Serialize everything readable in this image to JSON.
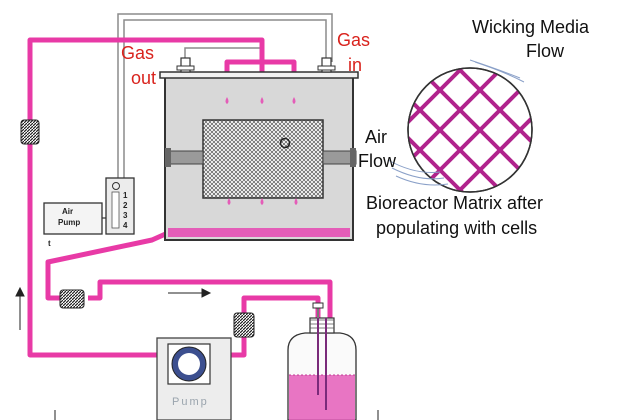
{
  "labels": {
    "gas_out_line1": "Gas",
    "gas_out_line2": "out",
    "gas_in_line1": "Gas",
    "gas_in_line2": "in",
    "wicking_line1": "Wicking Media",
    "wicking_line2": "Flow",
    "air_flow_line1": "Air",
    "air_flow_line2": "Flow",
    "matrix_line1": "Bioreactor Matrix after",
    "matrix_line2": "populating with cells",
    "air_pump_line1": "Air",
    "air_pump_line2": "Pump",
    "pump": "Pump",
    "meter_scale": [
      "1",
      "2",
      "3",
      "4"
    ]
  },
  "colors": {
    "media_tube": "#e83aa6",
    "media_fill": "#e45db8",
    "label_red": "#d9231d",
    "mesh": "#b0238c",
    "chamber": "#dcdcdc"
  }
}
